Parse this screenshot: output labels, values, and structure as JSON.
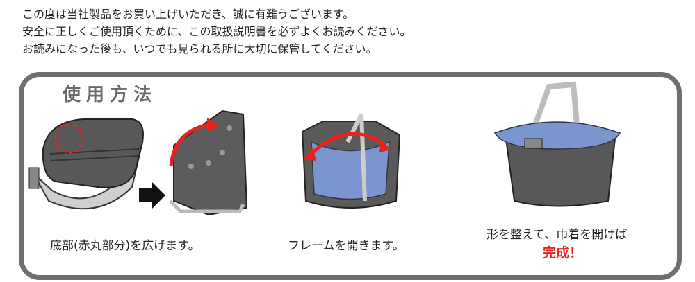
{
  "intro": {
    "lines": [
      "この度は当社製品をお買い上げいただき、誠に有難うございます。",
      "安全に正しくご使用頂くために、この取扱説明書を必ずよくお読みください。",
      "お読みになった後も、いつでも見られる所に大切に保管してください。"
    ]
  },
  "section": {
    "title": "使用方法",
    "steps": [
      {
        "caption": "底部(赤丸部分)を広げます。"
      },
      {
        "caption": "フレームを開きます。"
      },
      {
        "caption": "形を整えて、巾着を開けば",
        "result": "完成！"
      }
    ]
  },
  "colors": {
    "frame": "#6f6f6f",
    "basket": "#555555",
    "liner": "#7b96cf",
    "accent": "#e8231e"
  }
}
